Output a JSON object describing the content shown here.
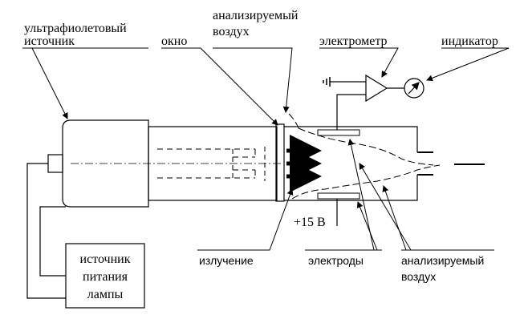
{
  "labels": {
    "uv_source_1": "ультрафиолетовый",
    "uv_source_2": "источник",
    "window": "окно",
    "analyzed_air_top_1": "анализируемый",
    "analyzed_air_top_2": "воздух",
    "electrometer": "электрометр",
    "indicator": "индикатор",
    "voltage": "+15 В",
    "power_1": "источник",
    "power_2": "питания",
    "power_3": "лампы",
    "radiation": "излучение",
    "electrodes": "электроды",
    "analyzed_air_bottom_1": "анализируемый",
    "analyzed_air_bottom_2": "воздух"
  }
}
